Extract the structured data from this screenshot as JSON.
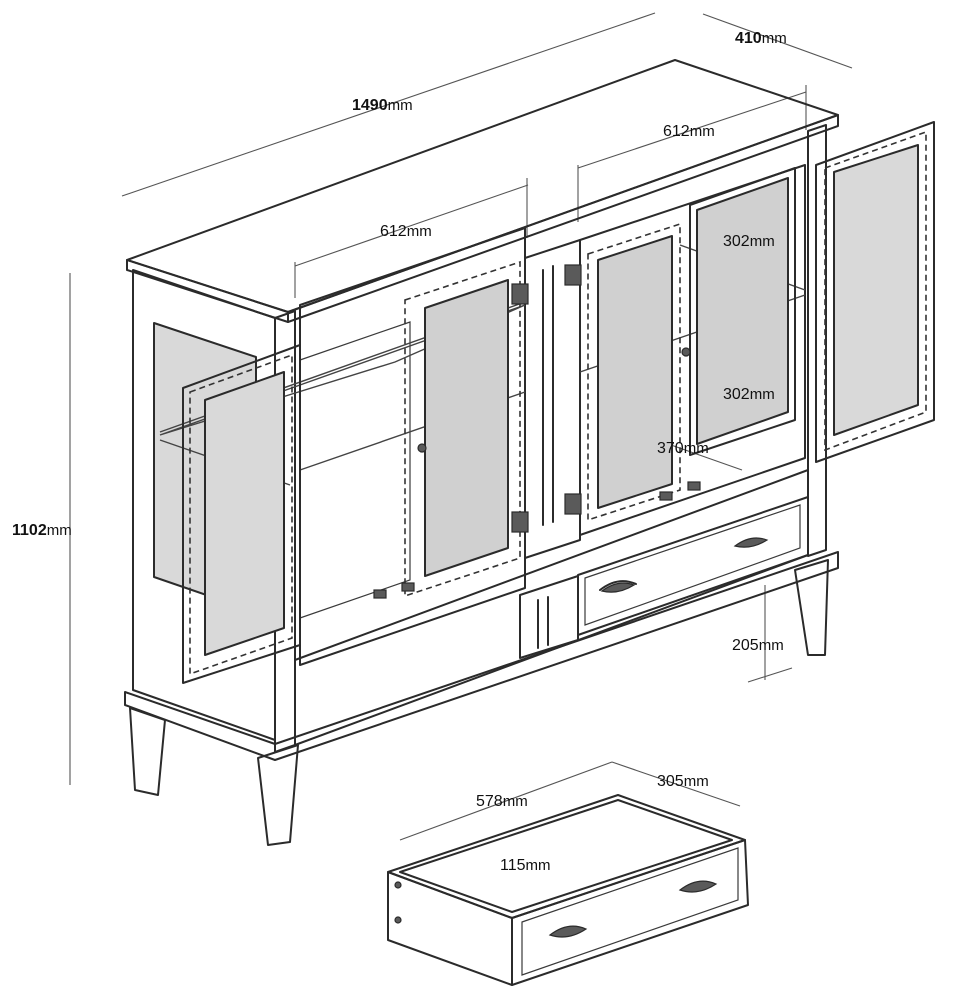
{
  "colors": {
    "line": "#2b2b2b",
    "glass": "#d9d9d9",
    "background": "#ffffff"
  },
  "dimensions": {
    "width": {
      "value": "1490",
      "unit": "mm"
    },
    "depth": {
      "value": "410",
      "unit": "mm"
    },
    "height": {
      "value": "1102",
      "unit": "mm"
    },
    "door_left": {
      "value": "612",
      "unit": "mm"
    },
    "door_right": {
      "value": "612",
      "unit": "mm"
    },
    "shelf_upper": {
      "value": "302",
      "unit": "mm"
    },
    "shelf_lower": {
      "value": "302",
      "unit": "mm"
    },
    "inner_depth": {
      "value": "370",
      "unit": "mm"
    },
    "leg_height": {
      "value": "205",
      "unit": "mm"
    },
    "drawer_width": {
      "value": "578",
      "unit": "mm"
    },
    "drawer_depth": {
      "value": "305",
      "unit": "mm"
    },
    "drawer_height": {
      "value": "115",
      "unit": "mm"
    }
  }
}
